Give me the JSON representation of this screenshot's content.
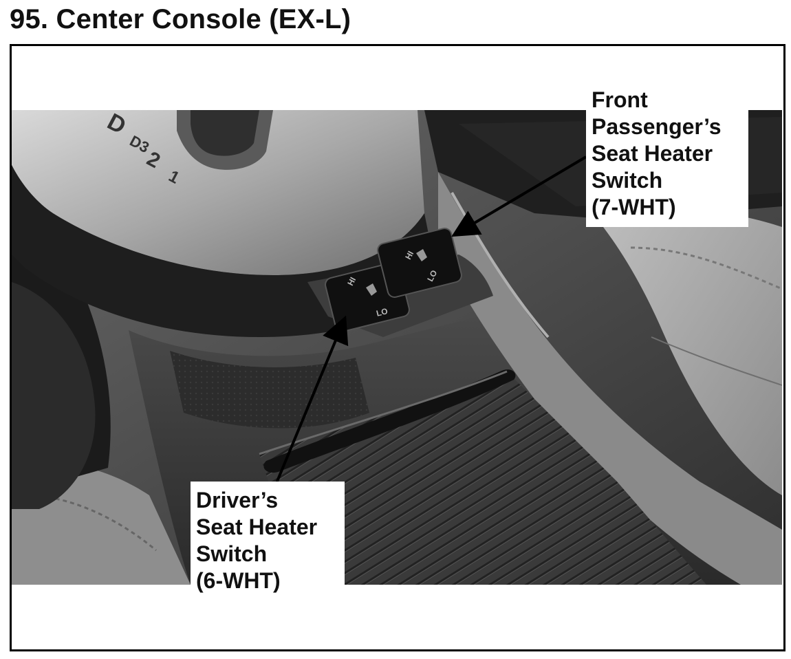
{
  "page": {
    "title": "95. Center Console (EX-L)"
  },
  "callouts": {
    "passenger": {
      "lines": [
        "Front",
        "Passenger’s",
        "Seat Heater",
        "Switch",
        "(7-WHT)"
      ]
    },
    "driver": {
      "lines": [
        "Driver’s",
        "Seat Heater",
        "Switch",
        "(6-WHT)"
      ]
    }
  },
  "photo_labels": {
    "gear_d": "D",
    "gear_d3": "D3",
    "gear_2": "2",
    "gear_1": "1",
    "switch_hi": "HI",
    "switch_lo": "LO"
  }
}
